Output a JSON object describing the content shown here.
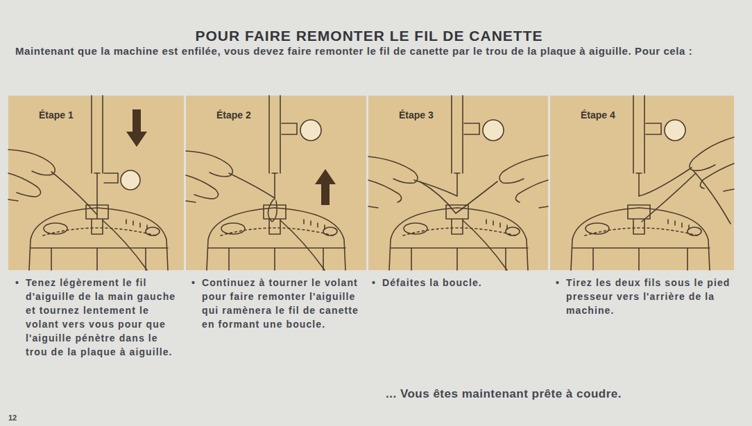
{
  "diagram": {
    "title": "POUR FAIRE REMONTER LE FIL DE CANETTE",
    "nodes": [
      {
        "text": [
          "Étape 1"
        ]
      },
      {
        "text": [
          "Étape 2"
        ]
      },
      {
        "text": [
          "Étape 3"
        ]
      },
      {
        "text": [
          "Étape 4"
        ]
      }
    ],
    "labels": [
      "Maintenant que la machine est enfilée, vous devez faire remonter le fil de canette par le trou de la plaque à aiguille. Pour cela :",
      "•",
      "Tenez légèrement le fil d'aiguille de la main gauche et tournez lentement le volant vers vous pour que l'aiguille pénètre dans le trou de la plaque à aiguille.",
      "•",
      "Continuez à tourner le volant pour faire remonter l'aiguille qui ramènera le fil de canette en formant une boucle.",
      "•",
      "Défaites la boucle.",
      "•",
      "Tirez les deux fils sous le pied presseur vers l'arrière de la machine.",
      "... Vous êtes maintenant prête à coudre.",
      "12"
    ]
  }
}
